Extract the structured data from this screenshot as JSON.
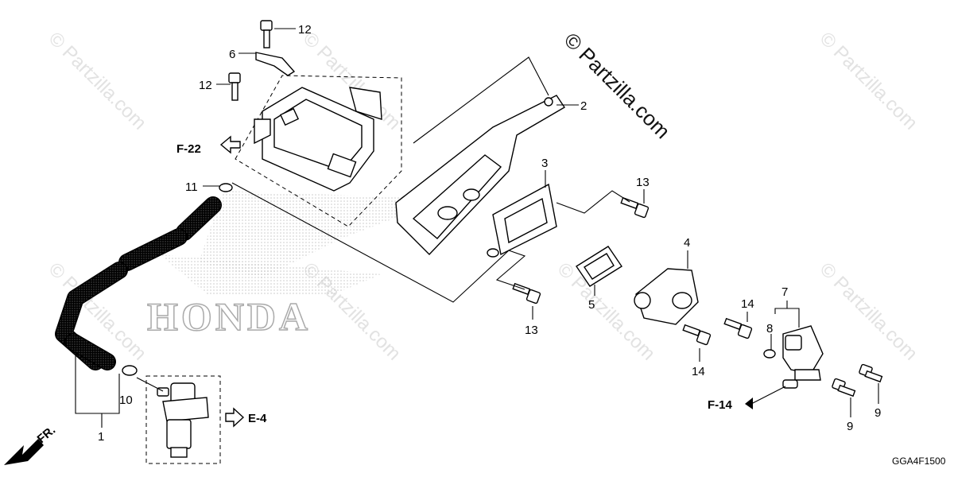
{
  "watermark": {
    "main": "© Partzilla.com",
    "faint": "© Partzilla.com"
  },
  "brand_logo": "HONDA",
  "callouts": {
    "c1": "1",
    "c2": "2",
    "c3": "3",
    "c4": "4",
    "c5": "5",
    "c6": "6",
    "c7": "7",
    "c8": "8",
    "c9a": "9",
    "c9b": "9",
    "c10": "10",
    "c11": "11",
    "c12a": "12",
    "c12b": "12",
    "c13a": "13",
    "c13b": "13",
    "c14a": "14",
    "c14b": "14"
  },
  "refs": {
    "f22": "F-22",
    "e4": "E-4",
    "f14": "F-14",
    "fr": "FR."
  },
  "diagram_code": "GGA4F1500"
}
